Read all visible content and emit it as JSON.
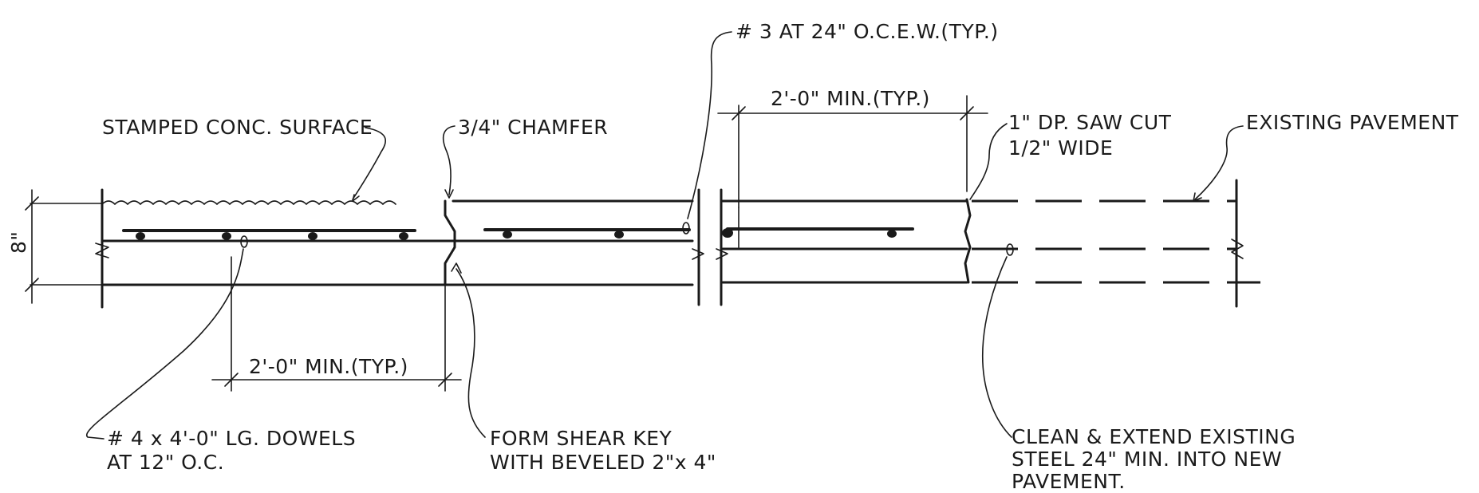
{
  "labels": {
    "rebar_top": "# 3 AT 24\" O.C.E.W.(TYP.)",
    "dim_top": "2'-0\"  MIN.(TYP.)",
    "stamped": "STAMPED CONC. SURFACE",
    "chamfer": "3/4\" CHAMFER",
    "saw_cut_1": "1\" DP. SAW CUT",
    "saw_cut_2": "1/2\" WIDE",
    "existing": "EXISTING  PAVEMENT",
    "thickness": "8\"",
    "dim_bottom": "2'-0\" MIN.(TYP.)",
    "dowels_1": "# 4 x 4'-0\" LG. DOWELS",
    "dowels_2": "AT 12\" O.C.",
    "shear_1": "FORM SHEAR KEY",
    "shear_2": "WITH BEVELED 2\"x 4\"",
    "clean_1": "CLEAN & EXTEND EXISTING",
    "clean_2": "STEEL 24\" MIN. INTO NEW",
    "clean_3": "PAVEMENT."
  }
}
